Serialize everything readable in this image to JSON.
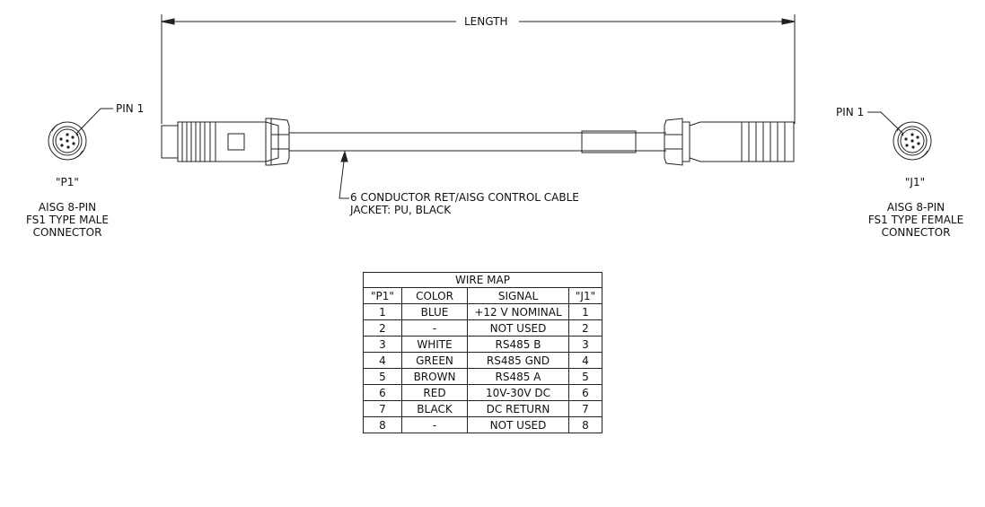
{
  "dimension": {
    "label": "LENGTH"
  },
  "left_connector": {
    "pin_label": "PIN 1",
    "designator": "\"P1\"",
    "description": [
      "AISG 8-PIN",
      "FS1 TYPE MALE",
      "CONNECTOR"
    ]
  },
  "right_connector": {
    "pin_label": "PIN 1",
    "designator": "\"J1\"",
    "description": [
      "AISG 8-PIN",
      "FS1 TYPE FEMALE",
      "CONNECTOR"
    ]
  },
  "cable_note": [
    "6 CONDUCTOR RET/AISG CONTROL CABLE",
    "JACKET: PU, BLACK"
  ],
  "wire_map": {
    "title": "WIRE MAP",
    "headers": [
      "\"P1\"",
      "COLOR",
      "SIGNAL",
      "\"J1\""
    ],
    "rows": [
      [
        "1",
        "BLUE",
        "+12 V NOMINAL",
        "1"
      ],
      [
        "2",
        "-",
        "NOT USED",
        "2"
      ],
      [
        "3",
        "WHITE",
        "RS485 B",
        "3"
      ],
      [
        "4",
        "GREEN",
        "RS485 GND",
        "4"
      ],
      [
        "5",
        "BROWN",
        "RS485 A",
        "5"
      ],
      [
        "6",
        "RED",
        "10V-30V DC",
        "6"
      ],
      [
        "7",
        "BLACK",
        "DC RETURN",
        "7"
      ],
      [
        "8",
        "-",
        "NOT USED",
        "8"
      ]
    ]
  }
}
